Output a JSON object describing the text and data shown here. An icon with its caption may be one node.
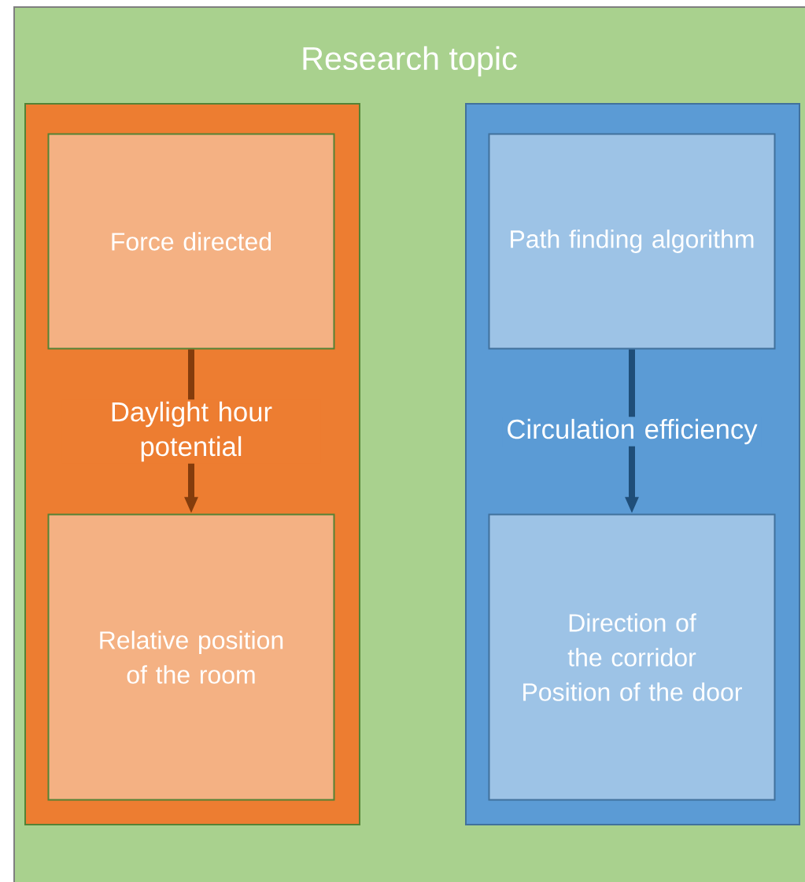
{
  "diagram": {
    "nodes": [
      {
        "text": [
          "Research topic"
        ]
      },
      {
        "text": [],
        "shape": "box",
        "in": 0
      },
      {
        "text": [
          "Force directed"
        ],
        "in": 1
      },
      {
        "text": [
          "Relative position of the room"
        ],
        "in": 1
      },
      {
        "text": [],
        "shape": "box",
        "in": 0
      },
      {
        "text": [
          "Path finding algorithm"
        ],
        "in": 4
      },
      {
        "text": [
          "Direction of the corridor",
          "Position of the door"
        ],
        "in": 4
      }
    ],
    "edges": [
      {
        "from": 2,
        "to": 3,
        "arrow": "to",
        "label": "Daylight hour potential",
        "color": "#843c0c"
      },
      {
        "from": 5,
        "to": 6,
        "arrow": "to",
        "label": "Circulation efficiency",
        "color": "#1f4e79"
      }
    ]
  }
}
